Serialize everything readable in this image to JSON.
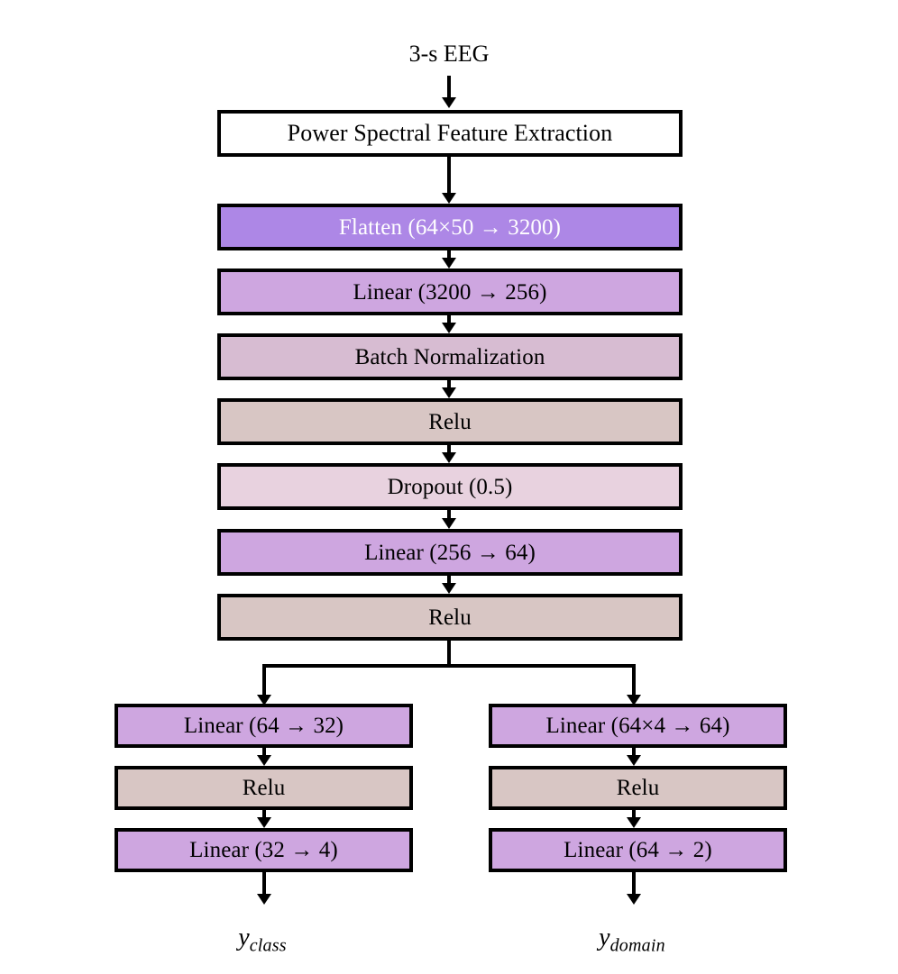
{
  "diagram": {
    "title": "3-s EEG",
    "colors": {
      "input_box": "#FFFFFF",
      "flatten": "#AD87E6",
      "linear": "#CEA6E0",
      "batchnorm": "#D7BCD2",
      "relu": "#D8C6C4",
      "dropout": "#E8D2DF",
      "border": "#000000",
      "flatten_text": "#FFFFFF",
      "text": "#000000"
    },
    "input_label": "3-s EEG",
    "main_nodes": [
      {
        "id": "psd",
        "label": "Power Spectral Feature Extraction",
        "fill": "#FFFFFF",
        "text_color": "#000000"
      },
      {
        "id": "flatten",
        "label": "Flatten (64×50 → 3200)",
        "fill": "#AD87E6",
        "text_color": "#FFFFFF"
      },
      {
        "id": "linear1",
        "label": "Linear (3200 → 256)",
        "fill": "#CEA6E0",
        "text_color": "#000000"
      },
      {
        "id": "batchnorm",
        "label": "Batch Normalization",
        "fill": "#D7BCD2",
        "text_color": "#000000"
      },
      {
        "id": "relu1",
        "label": "Relu",
        "fill": "#D8C6C4",
        "text_color": "#000000"
      },
      {
        "id": "dropout",
        "label": "Dropout (0.5)",
        "fill": "#E8D2DF",
        "text_color": "#000000"
      },
      {
        "id": "linear2",
        "label": "Linear (256 → 64)",
        "fill": "#CEA6E0",
        "text_color": "#000000"
      },
      {
        "id": "relu2",
        "label": "Relu",
        "fill": "#D8C6C4",
        "text_color": "#000000"
      }
    ],
    "left_branch": {
      "nodes": [
        {
          "id": "left-linear1",
          "label": "Linear (64 → 32)",
          "fill": "#CEA6E0",
          "text_color": "#000000"
        },
        {
          "id": "left-relu",
          "label": "Relu",
          "fill": "#D8C6C4",
          "text_color": "#000000"
        },
        {
          "id": "left-linear2",
          "label": "Linear (32 → 4)",
          "fill": "#CEA6E0",
          "text_color": "#000000"
        }
      ],
      "output": {
        "base": "y",
        "subscript": "class"
      }
    },
    "right_branch": {
      "nodes": [
        {
          "id": "right-linear1",
          "label": "Linear (64×4 → 64)",
          "fill": "#CEA6E0",
          "text_color": "#000000"
        },
        {
          "id": "right-relu",
          "label": "Relu",
          "fill": "#D8C6C4",
          "text_color": "#000000"
        },
        {
          "id": "right-linear2",
          "label": "Linear (64 → 2)",
          "fill": "#CEA6E0",
          "text_color": "#000000"
        }
      ],
      "output": {
        "base": "y",
        "subscript": "domain"
      }
    }
  }
}
